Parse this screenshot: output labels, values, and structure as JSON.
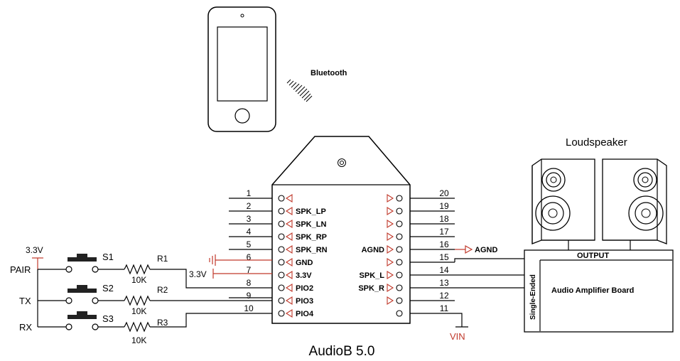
{
  "diagram": {
    "module_title": "AudioB 5.0",
    "phone_label": "Bluetooth",
    "speaker_label": "Loudspeaker",
    "amp": {
      "title": "Audio Amplifier Board",
      "output_label": "OUTPUT",
      "input_label": "Single-Ended"
    },
    "power": {
      "v33_left": "3.3V",
      "v33_pin": "3.3V",
      "vin": "VIN",
      "agnd_out": "AGND"
    },
    "switches": [
      {
        "signal": "PAIR",
        "switch": "S1",
        "resistor": "R1",
        "value": "10K"
      },
      {
        "signal": "TX",
        "switch": "S2",
        "resistor": "R2",
        "value": "10K"
      },
      {
        "signal": "RX",
        "switch": "S3",
        "resistor": "R3",
        "value": "10K"
      }
    ],
    "left_pins": [
      {
        "num": "1",
        "name": ""
      },
      {
        "num": "2",
        "name": "SPK_LP"
      },
      {
        "num": "3",
        "name": "SPK_LN"
      },
      {
        "num": "4",
        "name": "SPK_RP"
      },
      {
        "num": "5",
        "name": "SPK_RN"
      },
      {
        "num": "6",
        "name": "GND"
      },
      {
        "num": "7",
        "name": "3.3V"
      },
      {
        "num": "8",
        "name": "PIO2"
      },
      {
        "num": "9",
        "name": "PIO3"
      },
      {
        "num": "10",
        "name": "PIO4"
      }
    ],
    "right_pins": [
      {
        "num": "20",
        "name": ""
      },
      {
        "num": "19",
        "name": ""
      },
      {
        "num": "18",
        "name": ""
      },
      {
        "num": "17",
        "name": ""
      },
      {
        "num": "16",
        "name": "AGND"
      },
      {
        "num": "15",
        "name": ""
      },
      {
        "num": "14",
        "name": "SPK_L"
      },
      {
        "num": "13",
        "name": "SPK_R"
      },
      {
        "num": "12",
        "name": ""
      },
      {
        "num": "11",
        "name": ""
      }
    ]
  }
}
